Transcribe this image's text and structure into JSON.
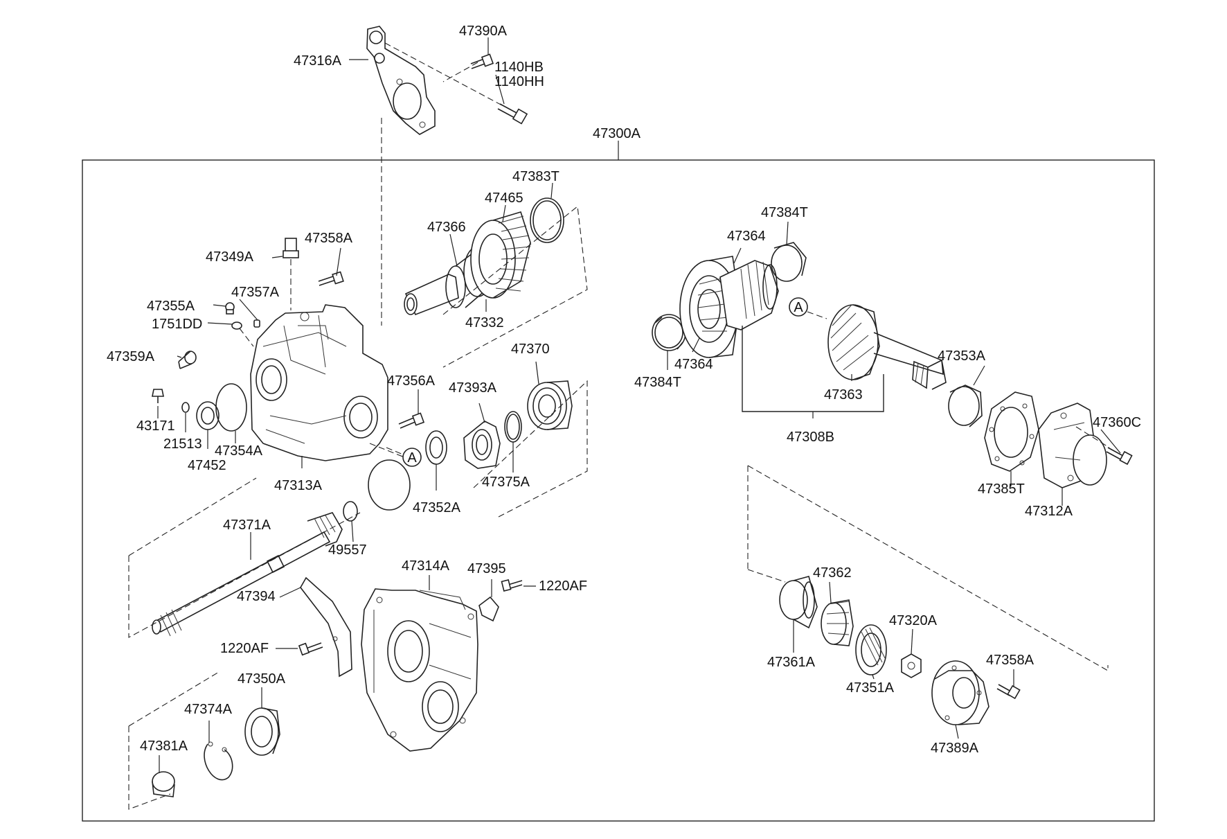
{
  "callouts": {
    "c47390A": "47390A",
    "c47316A": "47316A",
    "c1140HB": "1140HB",
    "c1140HH": "1140HH",
    "c47300A": "47300A",
    "c47383T": "47383T",
    "c47465": "47465",
    "c47366": "47366",
    "c47332": "47332",
    "c47358A_top": "47358A",
    "c47349A": "47349A",
    "c47355A": "47355A",
    "c47357A": "47357A",
    "c1751DD": "1751DD",
    "c47359A": "47359A",
    "c43171": "43171",
    "c21513": "21513",
    "c47354A": "47354A",
    "c47452": "47452",
    "c47313A": "47313A",
    "c47356A": "47356A",
    "c47393A": "47393A",
    "c47370": "47370",
    "c47375A": "47375A",
    "c47352A": "47352A",
    "c47384T_top": "47384T",
    "c47364_top": "47364",
    "c47364_bot": "47364",
    "c47384T_bot": "47384T",
    "c47363": "47363",
    "c47308B": "47308B",
    "c47353A": "47353A",
    "c47360C": "47360C",
    "c47385T": "47385T",
    "c47312A": "47312A",
    "c47371A": "47371A",
    "c49557": "49557",
    "c47314A": "47314A",
    "c47395": "47395",
    "c1220AF_r": "1220AF",
    "c47394": "47394",
    "c1220AF_l": "1220AF",
    "c47350A": "47350A",
    "c47374A": "47374A",
    "c47381A": "47381A",
    "c47362": "47362",
    "c47361A": "47361A",
    "c47320A": "47320A",
    "c47351A": "47351A",
    "c47358A_bot": "47358A",
    "c47389A": "47389A",
    "ref_a1": "A",
    "ref_a2": "A"
  },
  "colors": {
    "line": "#222222",
    "background": "#ffffff"
  }
}
